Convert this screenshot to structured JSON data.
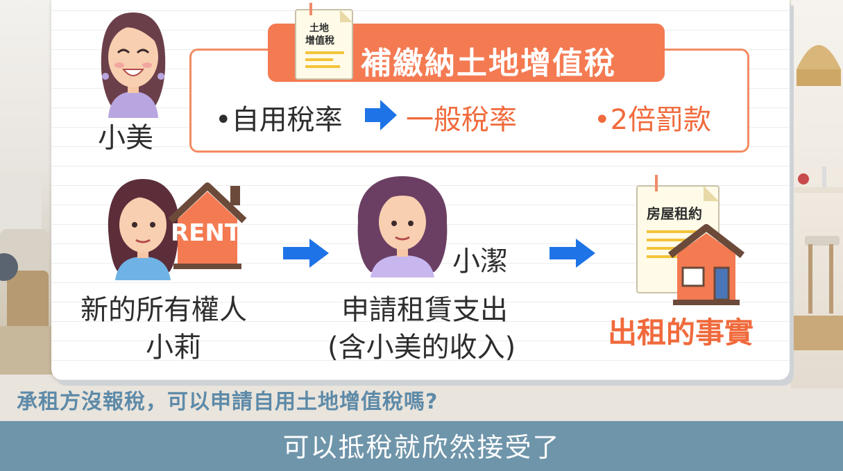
{
  "title": "補繳納土地增值稅",
  "doc_label_1": "土地",
  "doc_label_2": "增值稅",
  "person_1": "小美",
  "rate_from": "•自用稅率",
  "rate_to": "一般稅率",
  "penalty": "•2倍罰款",
  "rent_sign": "RENT",
  "owner_line_1": "新的所有權人",
  "owner_line_2": "小莉",
  "tenant_name": "小潔",
  "tenant_line_1": "申請租賃支出",
  "tenant_line_2": "(含小美的收入)",
  "contract_label": "房屋租約",
  "fact_text": "出租的事實",
  "question": "承租方沒報稅，可以申請自用土地增值稅嗎?",
  "subtitle": "可以抵稅就欣然接受了",
  "colors": {
    "accent": "#f47a52",
    "arrow": "#1e73e6",
    "subtitle_bar": "#6f95aa"
  }
}
